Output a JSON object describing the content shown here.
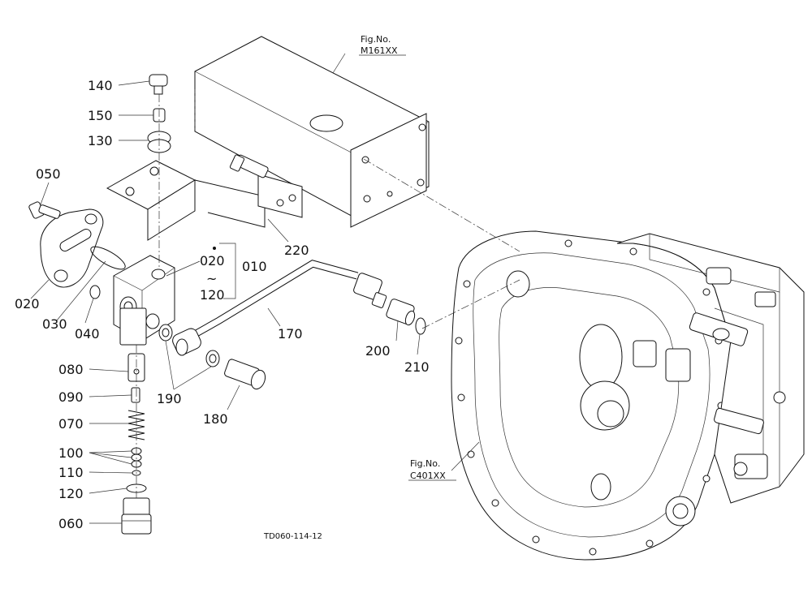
{
  "document_code": "TD060-114-12",
  "references": [
    {
      "line1": "Fig.No.",
      "line2": "M161XX"
    },
    {
      "line1": "Fig.No.",
      "line2": "C401XX"
    }
  ],
  "callouts": [
    "140",
    "150",
    "130",
    "050",
    "220",
    "020",
    "010",
    "020",
    "~",
    "120",
    "030",
    "040",
    "170",
    "200",
    "210",
    "080",
    "190",
    "180",
    "090",
    "070",
    "100",
    "110",
    "120",
    "060"
  ]
}
